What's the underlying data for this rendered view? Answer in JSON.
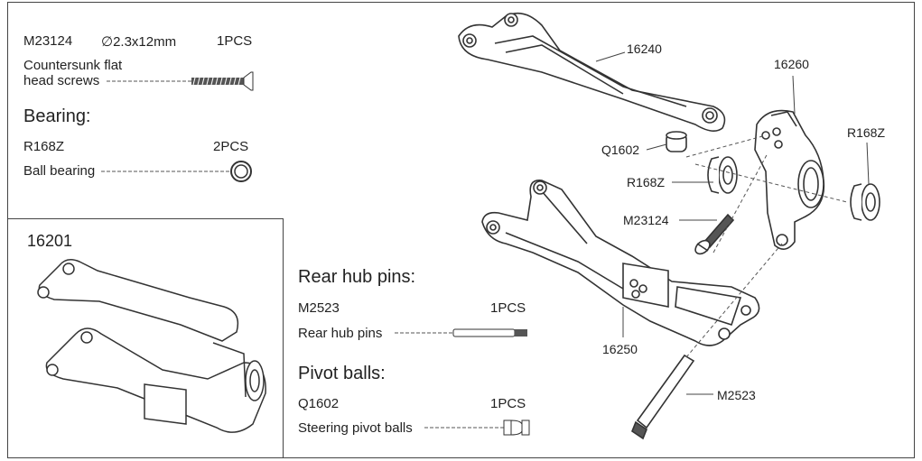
{
  "screws": {
    "code": "M23124",
    "size": "∅2.3x12mm",
    "qty": "1PCS",
    "name_line1": "Countersunk flat",
    "name_line2": "head screws"
  },
  "bearing": {
    "heading": "Bearing:",
    "code": "R168Z",
    "qty": "2PCS",
    "name": "Ball bearing"
  },
  "assembly": {
    "label": "16201"
  },
  "hub_pins": {
    "heading": "Rear hub pins:",
    "code": "M2523",
    "qty": "1PCS",
    "name": "Rear hub pins"
  },
  "pivot_balls": {
    "heading": "Pivot balls:",
    "code": "Q1602",
    "qty": "1PCS",
    "name": "Steering pivot balls"
  },
  "callouts": {
    "upper_arm": "16240",
    "hub_carrier": "16260",
    "bearing_right": "R168Z",
    "pivot_ball": "Q1602",
    "bearing_left": "R168Z",
    "screw": "M23124",
    "lower_arm": "16250",
    "pin": "M2523"
  }
}
